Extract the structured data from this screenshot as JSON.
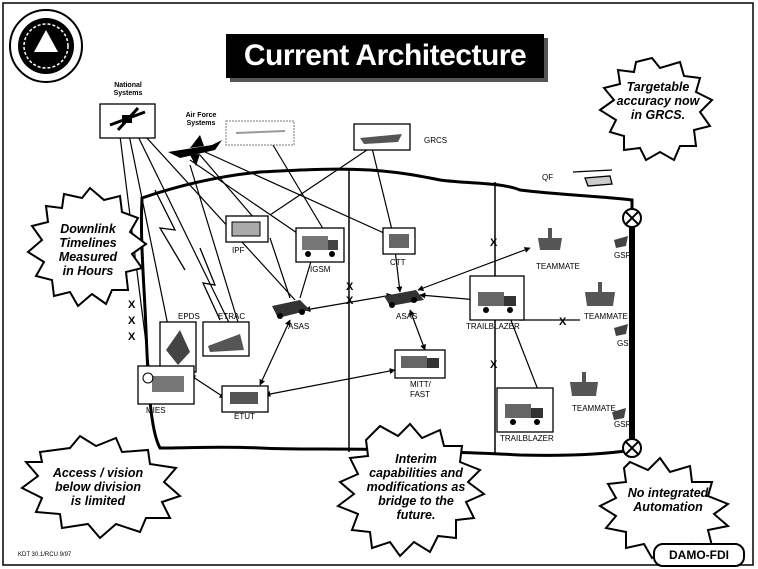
{
  "title": "Current Architecture",
  "callouts": {
    "targetable": [
      "Targetable",
      "accuracy now",
      "in GRCS."
    ],
    "downlink": [
      "Downlink",
      "Timelines",
      "Measured",
      "in Hours"
    ],
    "access": [
      "Access / vision",
      "below division",
      "is limited"
    ],
    "interim": [
      "Interim",
      "capabilities and",
      "modifications as",
      "bridge to the",
      "future."
    ],
    "no_integrated": [
      "No integrated",
      "Automation"
    ]
  },
  "nodes": {
    "national": "National Systems",
    "airforce": "Air Force Systems",
    "grcs": "GRCS",
    "qf": "QF",
    "ipf": "IPF",
    "igsm": "IGSM",
    "ctt": "CTT",
    "epds": "EPDS",
    "etrac": "ETRAC",
    "asas1": "ASAS",
    "asas2": "ASAS",
    "trailblazer1": "TRAILBLAZER",
    "trailblazer2": "TRAILBLAZER",
    "mies": "MIES",
    "etut": "ETUT",
    "mitt": "MITT/",
    "fast": "FAST",
    "teammate1": "TEAMMATE",
    "teammate2": "TEAMMATE",
    "teammate3": "TEAMMATE",
    "gsr1": "GSR",
    "gsr2": "GSR",
    "gsr3": "GSR"
  },
  "marks": {
    "x": "X"
  },
  "footer": {
    "code": "KDT 30.1/RCU 9/97",
    "badge": "DAMO-FDI"
  }
}
